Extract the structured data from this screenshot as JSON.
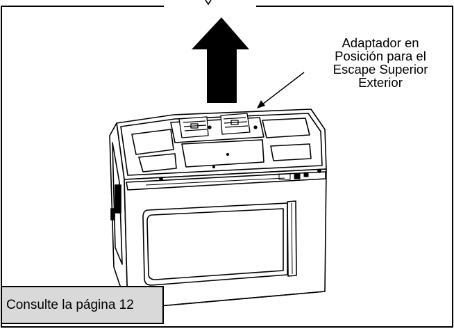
{
  "figure": {
    "callout_lines": [
      "Adaptador en",
      "Posición para el",
      "Escape Superior",
      "Exterior"
    ],
    "reference_text": "Consulte la página 12"
  },
  "colors": {
    "line": "#000000",
    "arrow_fill": "#000000",
    "reference_box_fill": "#d9d9d9",
    "background": "#ffffff"
  },
  "icons": {
    "direction": "up-arrow-icon",
    "appliance": "over-the-range-microwave"
  }
}
